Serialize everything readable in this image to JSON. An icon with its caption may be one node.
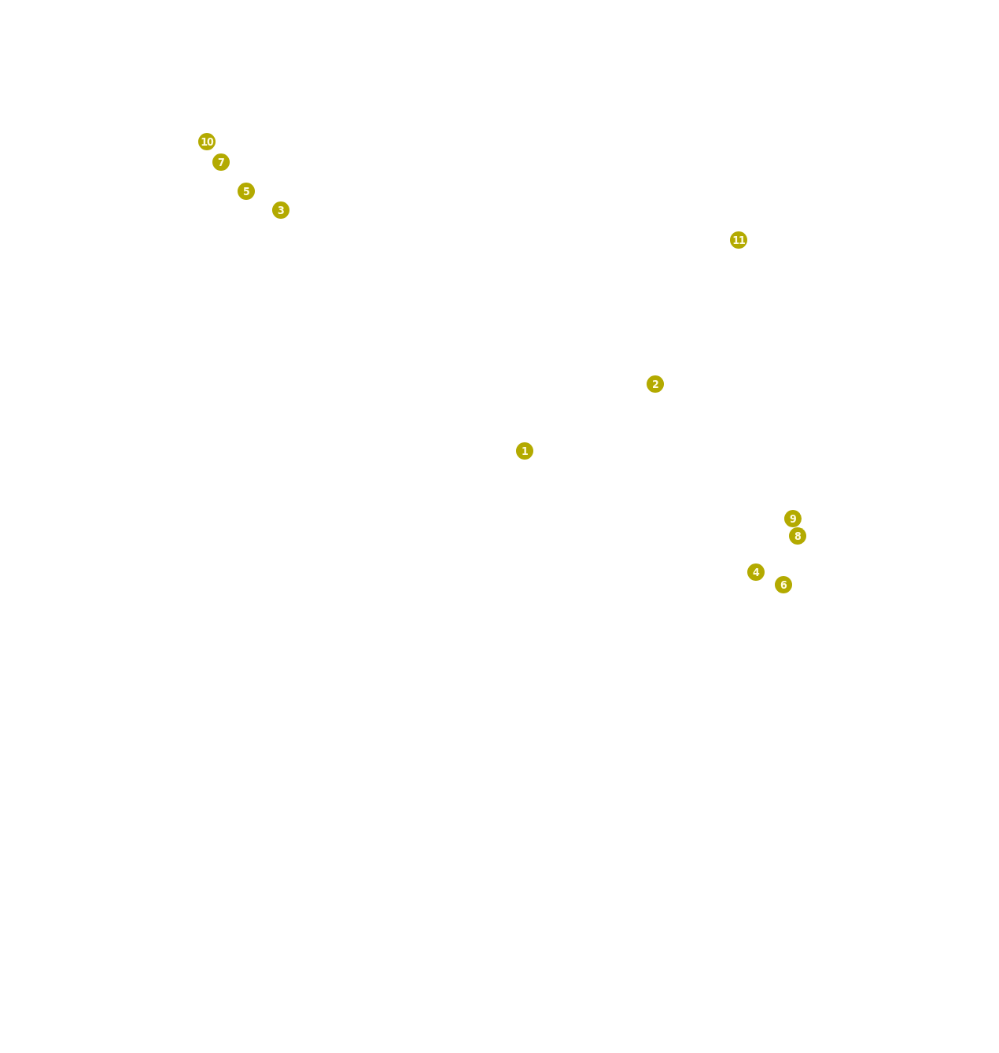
{
  "diagram": {
    "labels": [
      "10",
      "7",
      "5",
      "3",
      "11",
      "2",
      "1",
      "9",
      "8",
      "4",
      "6"
    ]
  }
}
